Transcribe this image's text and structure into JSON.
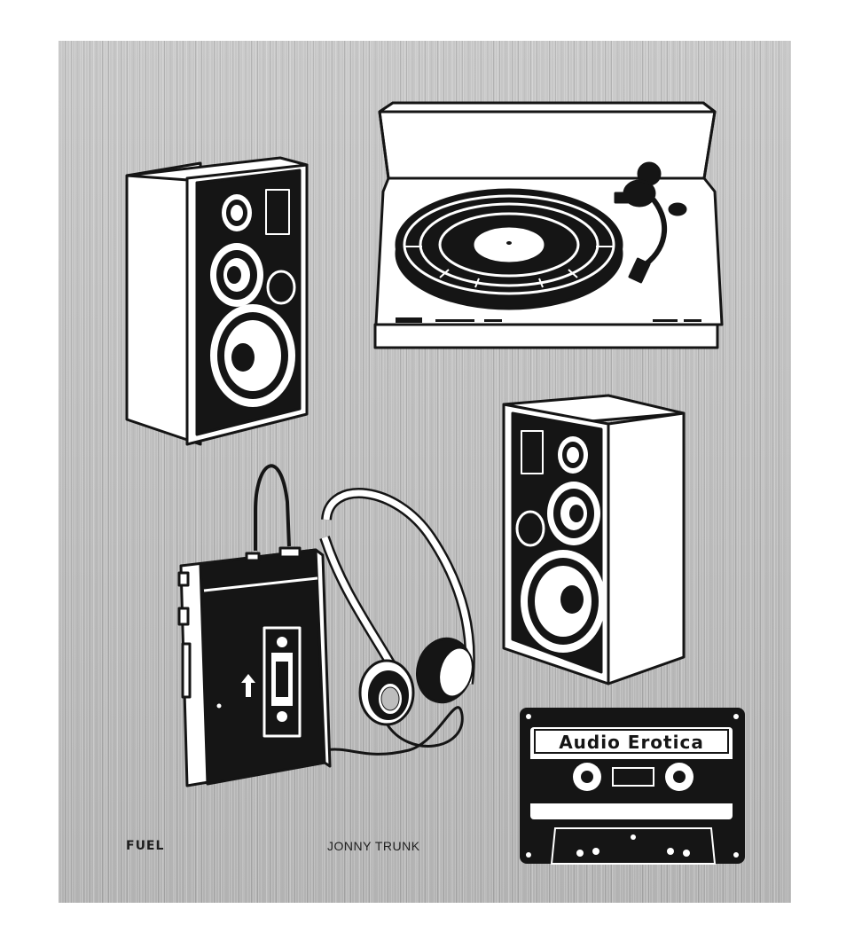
{
  "cover": {
    "publisher": "FUEL",
    "author": "JONNY TRUNK",
    "cassette_label": "Audio Erotica",
    "background_color": "#bcbcbc",
    "ink_color": "#151515"
  },
  "illustrations": [
    "speaker-left",
    "turntable",
    "speaker-right",
    "walkman",
    "headphones",
    "cassette-tape"
  ]
}
